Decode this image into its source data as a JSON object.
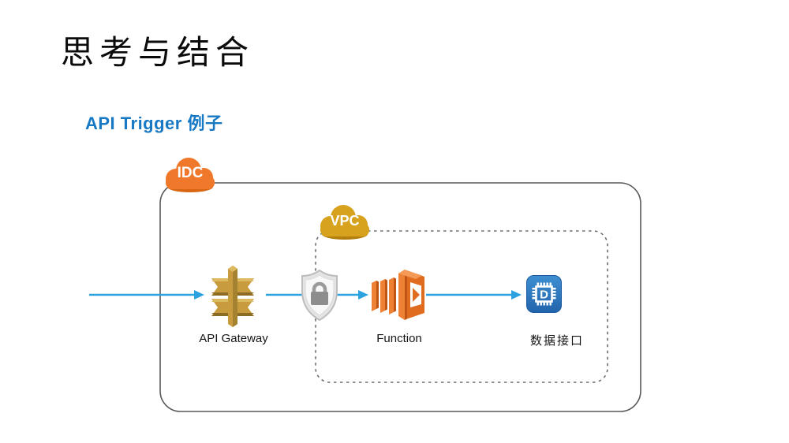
{
  "header": {
    "title": "思考与结合",
    "subtitle": "API Trigger 例子"
  },
  "diagram": {
    "zones": {
      "idc": {
        "label": "IDC"
      },
      "vpc": {
        "label": "VPC"
      }
    },
    "nodes": {
      "api_gateway": {
        "label": "API Gateway"
      },
      "function": {
        "label": "Function"
      },
      "data_interface": {
        "label": "数据接口",
        "chip_letter": "D"
      }
    },
    "colors": {
      "arrow_blue": "#2ba2df",
      "subtitle_blue": "#1778c4",
      "idc_cloud_orange": "#f0782b",
      "idc_cloud_shadow": "#d86613",
      "vpc_cloud_gold": "#d7a21e",
      "vpc_cloud_shadow": "#b57f0e",
      "gateway_gold": "#c79b3e",
      "function_orange": "#ee8134",
      "chip_blue": "#2e7fc6",
      "box_border_gray": "#58595b"
    }
  }
}
